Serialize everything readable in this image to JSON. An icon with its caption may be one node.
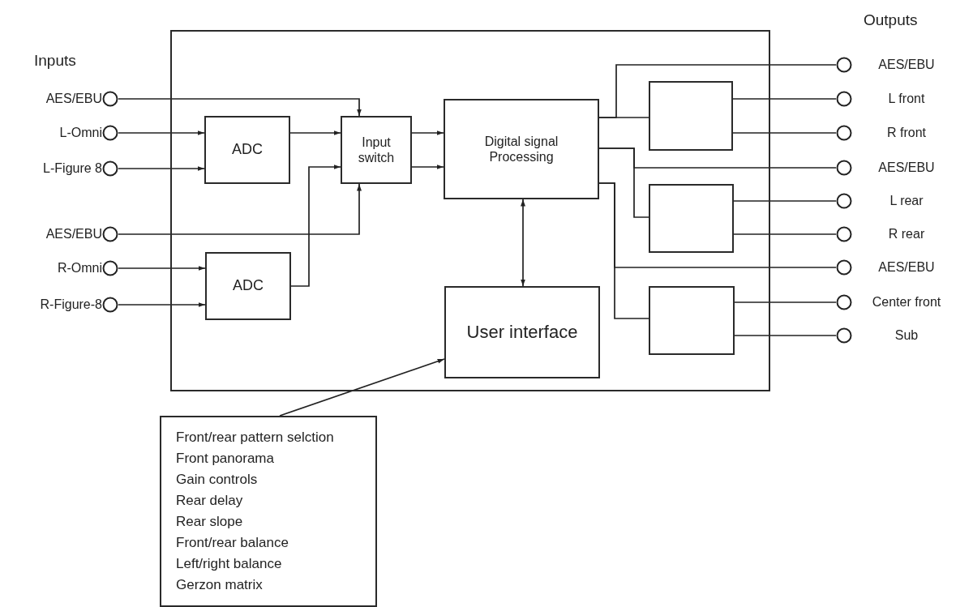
{
  "diagram": {
    "nodes": [
      {
        "text": [],
        "shape": "box"
      },
      {
        "text": [
          "AES/EBU"
        ]
      },
      {
        "text": [
          "L-Omni"
        ]
      },
      {
        "text": [
          "L-Figure 8"
        ]
      },
      {
        "text": [
          "AES/EBU"
        ]
      },
      {
        "text": [
          "R-Omni"
        ]
      },
      {
        "text": [
          "R-Figure-8"
        ]
      },
      {
        "text": [
          "ADC"
        ],
        "in": 0
      },
      {
        "text": [
          "ADC"
        ],
        "in": 0
      },
      {
        "text": [
          "Input switch"
        ],
        "in": 0
      },
      {
        "text": [
          "Digital signal Processing"
        ],
        "in": 0
      },
      {
        "text": [
          "User interface"
        ],
        "in": 0
      },
      {
        "text": [],
        "shape": "box",
        "in": 0
      },
      {
        "text": [],
        "shape": "box",
        "in": 0
      },
      {
        "text": [],
        "shape": "box",
        "in": 0
      },
      {
        "text": [
          "AES/EBU"
        ]
      },
      {
        "text": [
          "L front"
        ]
      },
      {
        "text": [
          "R front"
        ]
      },
      {
        "text": [
          "AES/EBU"
        ]
      },
      {
        "text": [
          "L rear"
        ]
      },
      {
        "text": [
          "R rear"
        ]
      },
      {
        "text": [
          "AES/EBU"
        ]
      },
      {
        "text": [
          "Center front"
        ]
      },
      {
        "text": [
          "Sub"
        ]
      },
      {
        "text": [
          "Front/rear pattern selction",
          "Front panorama",
          "Gain controls",
          "Rear delay",
          "Rear slope",
          "Front/rear balance",
          "Left/right balance",
          "Gerzon matrix"
        ]
      }
    ],
    "edges": [
      {
        "from": 1,
        "to": 9,
        "arrow": "to"
      },
      {
        "from": 2,
        "to": 7,
        "arrow": "to"
      },
      {
        "from": 3,
        "to": 7,
        "arrow": "to"
      },
      {
        "from": 4,
        "to": 9,
        "arrow": "to"
      },
      {
        "from": 5,
        "to": 8,
        "arrow": "to"
      },
      {
        "from": 6,
        "to": 8,
        "arrow": "to"
      },
      {
        "from": 7,
        "to": 9,
        "arrow": "to"
      },
      {
        "from": 8,
        "to": 9,
        "arrow": "to"
      },
      {
        "from": 9,
        "to": 10,
        "arrow": "to"
      },
      {
        "from": 9,
        "to": 10,
        "arrow": "to"
      },
      {
        "from": 10,
        "to": 11,
        "arrow": "both"
      },
      {
        "from": 24,
        "to": 11,
        "arrow": "to"
      },
      {
        "from": 10,
        "to": 12,
        "arrow": "none"
      },
      {
        "from": 10,
        "to": 15,
        "arrow": "none"
      },
      {
        "from": 10,
        "to": 13,
        "arrow": "none"
      },
      {
        "from": 10,
        "to": 18,
        "arrow": "none"
      },
      {
        "from": 10,
        "to": 14,
        "arrow": "none"
      },
      {
        "from": 10,
        "to": 21,
        "arrow": "none"
      },
      {
        "from": 12,
        "to": 16,
        "arrow": "none"
      },
      {
        "from": 12,
        "to": 17,
        "arrow": "none"
      },
      {
        "from": 13,
        "to": 19,
        "arrow": "none"
      },
      {
        "from": 13,
        "to": 20,
        "arrow": "none"
      },
      {
        "from": 14,
        "to": 22,
        "arrow": "none"
      },
      {
        "from": 14,
        "to": 23,
        "arrow": "none"
      }
    ],
    "labels": [
      "Outputs",
      "Inputs"
    ]
  }
}
